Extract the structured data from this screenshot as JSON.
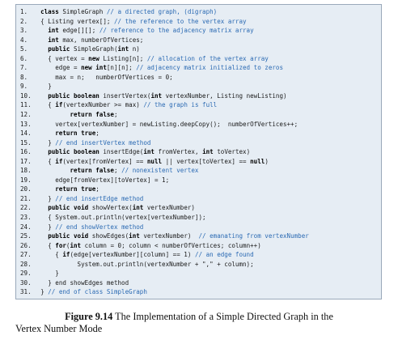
{
  "code_lines": [
    {
      "n": "1.",
      "indent": 0,
      "segs": [
        [
          "kw",
          "class"
        ],
        [
          "t",
          " SimpleGraph "
        ],
        [
          "c",
          "// a directed graph, (digraph)"
        ]
      ]
    },
    {
      "n": "2.",
      "indent": 0,
      "segs": [
        [
          "t",
          "{ Listing vertex[]; "
        ],
        [
          "c",
          "// the reference to the vertex array"
        ]
      ]
    },
    {
      "n": "3.",
      "indent": 2,
      "segs": [
        [
          "kw",
          "int"
        ],
        [
          "t",
          " edge[][]; "
        ],
        [
          "c",
          "// reference to the adjacency matrix array"
        ]
      ]
    },
    {
      "n": "4.",
      "indent": 2,
      "segs": [
        [
          "kw",
          "int"
        ],
        [
          "t",
          " max, numberOfVertices;"
        ]
      ]
    },
    {
      "n": "5.",
      "indent": 2,
      "segs": [
        [
          "kw",
          "public"
        ],
        [
          "t",
          " SimpleGraph("
        ],
        [
          "kw",
          "int"
        ],
        [
          "t",
          " n)"
        ]
      ]
    },
    {
      "n": "6.",
      "indent": 2,
      "segs": [
        [
          "t",
          "{ vertex = "
        ],
        [
          "kw",
          "new"
        ],
        [
          "t",
          " Listing[n]; "
        ],
        [
          "c",
          "// allocation of the vertex array"
        ]
      ]
    },
    {
      "n": "7.",
      "indent": 4,
      "segs": [
        [
          "t",
          "edge = "
        ],
        [
          "kw",
          "new int"
        ],
        [
          "t",
          "[n][n]; "
        ],
        [
          "c",
          "// adjacency matrix initialized to zeros"
        ]
      ]
    },
    {
      "n": "8.",
      "indent": 4,
      "segs": [
        [
          "t",
          "max = n;   numberOfVertices = 0;"
        ]
      ]
    },
    {
      "n": "9.",
      "indent": 2,
      "segs": [
        [
          "t",
          "}"
        ]
      ]
    },
    {
      "n": "10.",
      "indent": 2,
      "segs": [
        [
          "kw",
          "public boolean"
        ],
        [
          "t",
          " insertVertex("
        ],
        [
          "kw",
          "int"
        ],
        [
          "t",
          " vertexNumber, Listing newListing)"
        ]
      ]
    },
    {
      "n": "11.",
      "indent": 2,
      "segs": [
        [
          "t",
          "{ "
        ],
        [
          "kw",
          "if"
        ],
        [
          "t",
          "(vertexNumber >= max) "
        ],
        [
          "c",
          "// the graph is full"
        ]
      ]
    },
    {
      "n": "12.",
      "indent": 8,
      "segs": [
        [
          "kw",
          "return false"
        ],
        [
          "t",
          ";"
        ]
      ]
    },
    {
      "n": "13.",
      "indent": 4,
      "segs": [
        [
          "t",
          "vertex[vertexNumber] = newListing.deepCopy();  numberOfVertices++;"
        ]
      ]
    },
    {
      "n": "14.",
      "indent": 4,
      "segs": [
        [
          "kw",
          "return true"
        ],
        [
          "t",
          ";"
        ]
      ]
    },
    {
      "n": "15.",
      "indent": 2,
      "segs": [
        [
          "t",
          "} "
        ],
        [
          "c",
          "// end insertVertex method"
        ]
      ]
    },
    {
      "n": "16.",
      "indent": 2,
      "segs": [
        [
          "kw",
          "public boolean"
        ],
        [
          "t",
          " insertEdge("
        ],
        [
          "kw",
          "int"
        ],
        [
          "t",
          " fromVertex, "
        ],
        [
          "kw",
          "int"
        ],
        [
          "t",
          " toVertex)"
        ]
      ]
    },
    {
      "n": "17.",
      "indent": 2,
      "segs": [
        [
          "t",
          "{ "
        ],
        [
          "kw",
          "if"
        ],
        [
          "t",
          "(vertex[fromVertex] == "
        ],
        [
          "kw",
          "null"
        ],
        [
          "t",
          " || vertex[toVertex] == "
        ],
        [
          "kw",
          "null"
        ],
        [
          "t",
          ")"
        ]
      ]
    },
    {
      "n": "18.",
      "indent": 8,
      "segs": [
        [
          "kw",
          "return false"
        ],
        [
          "t",
          "; "
        ],
        [
          "c",
          "// nonexistent vertex"
        ]
      ]
    },
    {
      "n": "19.",
      "indent": 4,
      "segs": [
        [
          "t",
          "edge[fromVertex][toVertex] = 1;"
        ]
      ]
    },
    {
      "n": "20.",
      "indent": 4,
      "segs": [
        [
          "kw",
          "return true"
        ],
        [
          "t",
          ";"
        ]
      ]
    },
    {
      "n": "21.",
      "indent": 2,
      "segs": [
        [
          "t",
          "} "
        ],
        [
          "c",
          "// end insertEdge method"
        ]
      ]
    },
    {
      "n": "22.",
      "indent": 2,
      "segs": [
        [
          "kw",
          "public void"
        ],
        [
          "t",
          " showVertex("
        ],
        [
          "kw",
          "int"
        ],
        [
          "t",
          " vertexNumber)"
        ]
      ]
    },
    {
      "n": "23.",
      "indent": 2,
      "segs": [
        [
          "t",
          "{ System.out.println(vertex[vertexNumber]);"
        ]
      ]
    },
    {
      "n": "24.",
      "indent": 2,
      "segs": [
        [
          "t",
          "} "
        ],
        [
          "c",
          "// end showVertex method"
        ]
      ]
    },
    {
      "n": "25.",
      "indent": 2,
      "segs": [
        [
          "kw",
          "public void"
        ],
        [
          "t",
          " showEdges("
        ],
        [
          "kw",
          "int"
        ],
        [
          "t",
          " vertexNumber)  "
        ],
        [
          "c",
          "// emanating from vertexNumber"
        ]
      ]
    },
    {
      "n": "26.",
      "indent": 2,
      "segs": [
        [
          "t",
          "{ "
        ],
        [
          "kw",
          "for"
        ],
        [
          "t",
          "("
        ],
        [
          "kw",
          "int"
        ],
        [
          "t",
          " column = 0; column < numberOfVertices; column++)"
        ]
      ]
    },
    {
      "n": "27.",
      "indent": 4,
      "segs": [
        [
          "t",
          "{ "
        ],
        [
          "kw",
          "if"
        ],
        [
          "t",
          "(edge[vertexNumber][column] == 1) "
        ],
        [
          "c",
          "// an edge found"
        ]
      ]
    },
    {
      "n": "28.",
      "indent": 10,
      "segs": [
        [
          "t",
          "System.out.println(vertexNumber + \",\" + column);"
        ]
      ]
    },
    {
      "n": "29.",
      "indent": 4,
      "segs": [
        [
          "t",
          "}"
        ]
      ]
    },
    {
      "n": "30.",
      "indent": 2,
      "segs": [
        [
          "t",
          "} end showEdges method"
        ]
      ]
    },
    {
      "n": "31.",
      "indent": 0,
      "segs": [
        [
          "t",
          "} "
        ],
        [
          "c",
          "// end of class SimpleGraph"
        ]
      ]
    }
  ],
  "caption": {
    "label": "Figure 9.14",
    "line1": " The Implementation of a Simple Directed Graph in the",
    "line2": "Vertex Number Mode"
  }
}
